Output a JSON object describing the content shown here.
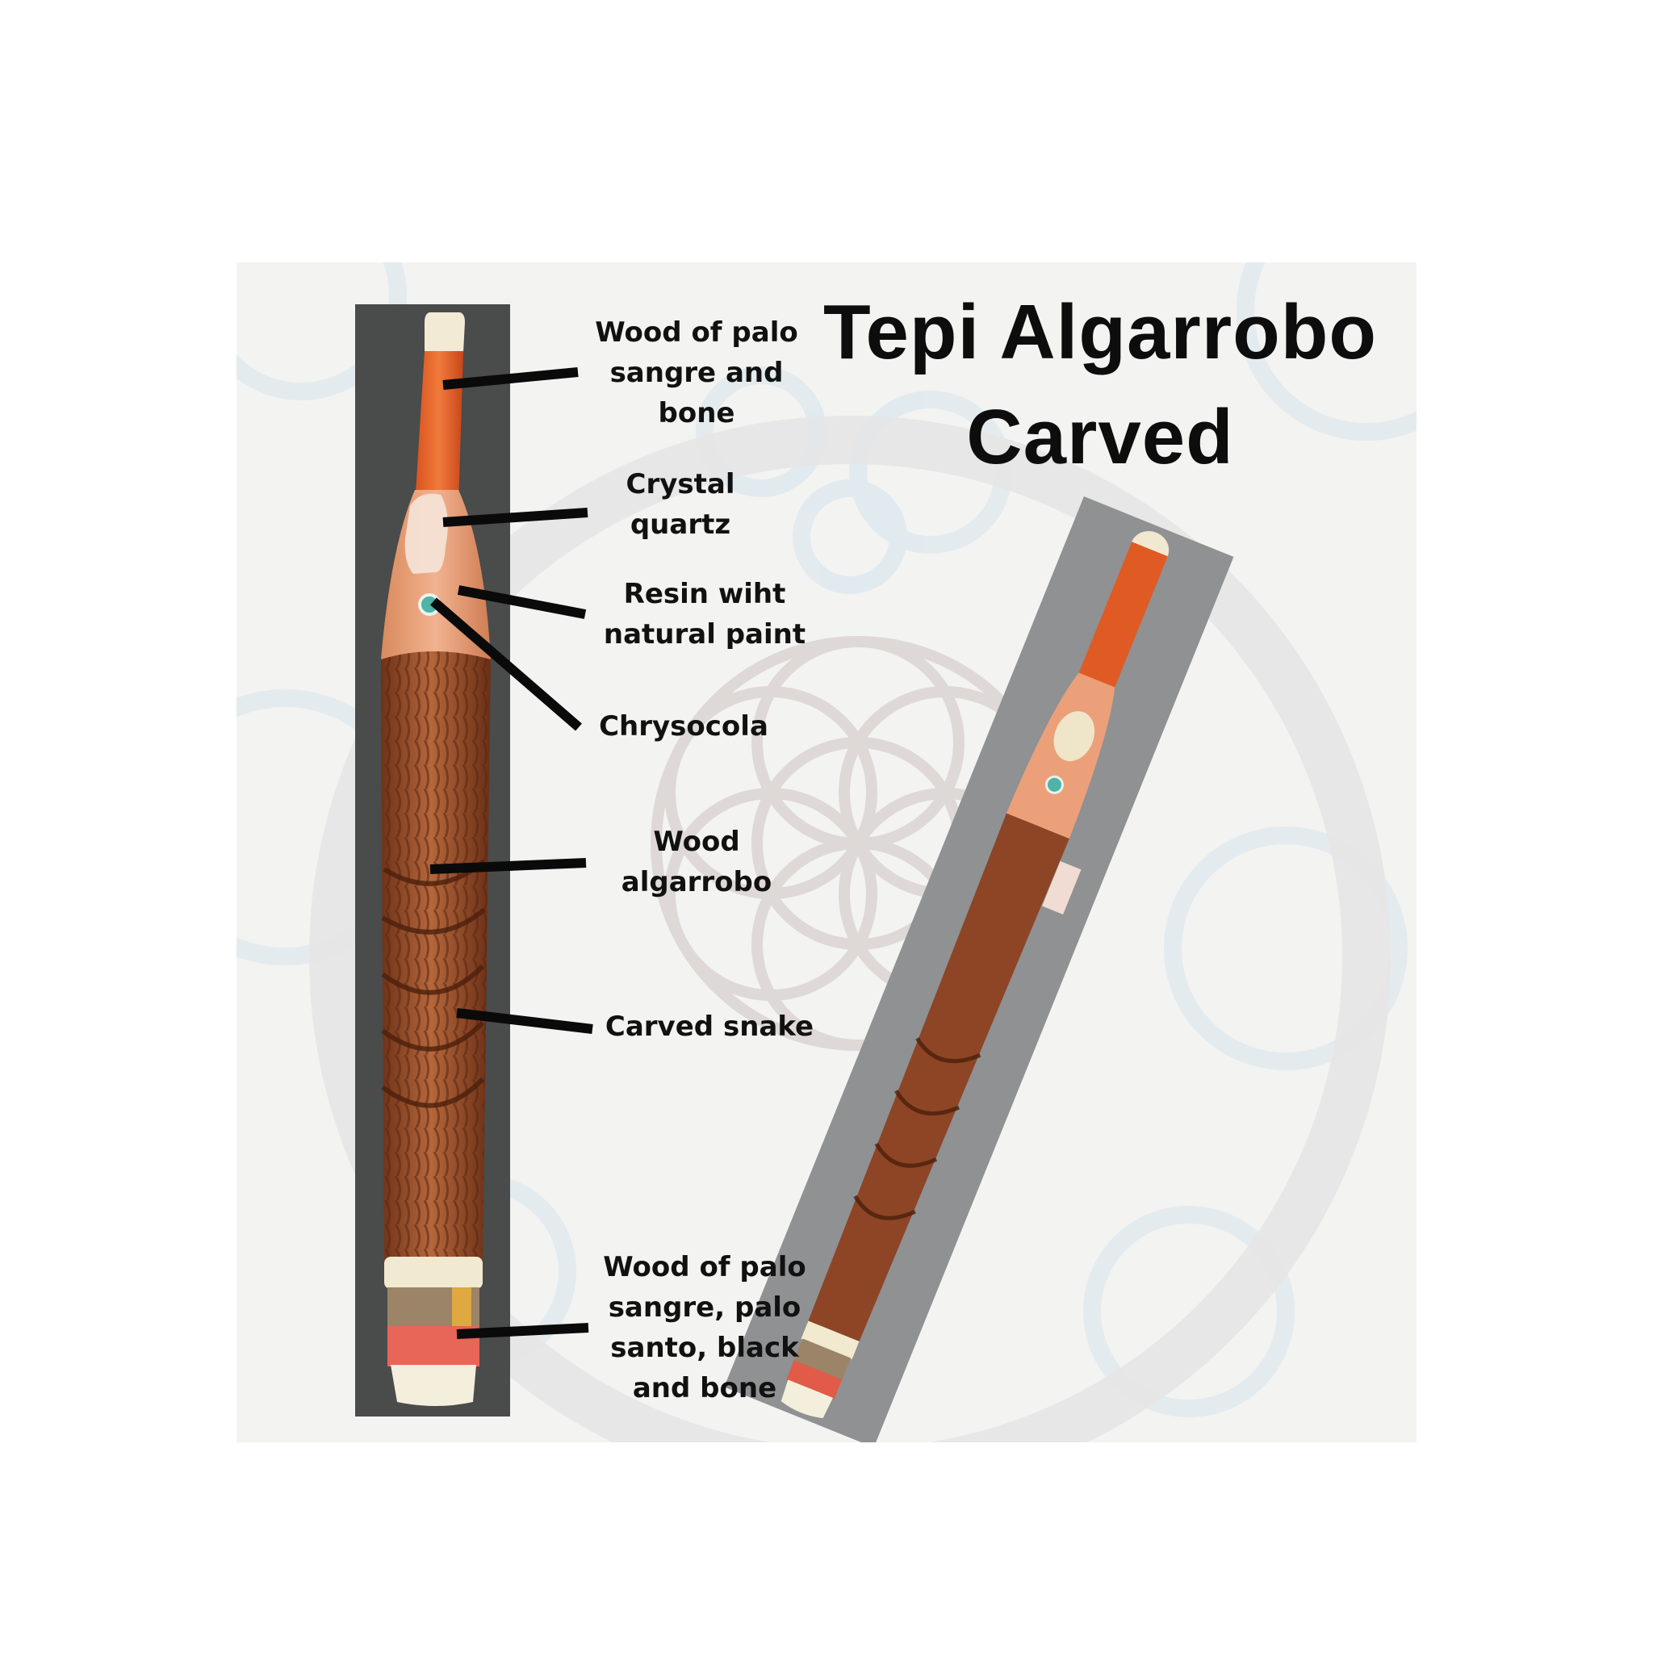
{
  "title": {
    "line1": "Tepi Algarrobo",
    "line2": "Carved"
  },
  "labels": [
    {
      "id": "palo-sangre-bone-tip",
      "text": "Wood of palo\nsangre and\nbone"
    },
    {
      "id": "crystal-quartz",
      "text": "Crystal\nquartz"
    },
    {
      "id": "resin",
      "text": "Resin wiht\nnatural paint"
    },
    {
      "id": "chrysocola",
      "text": "Chrysocola"
    },
    {
      "id": "wood-algarrobo",
      "text": "Wood\nalgarrobo"
    },
    {
      "id": "carved-snake",
      "text": "Carved snake"
    },
    {
      "id": "base-woods",
      "text": "Wood of palo\nsangre, palo\nsanto, black\nand bone"
    }
  ],
  "colors": {
    "background": "#ffffff",
    "panel": "#f3f3f1",
    "left_backdrop": "#4a4b4b",
    "right_backdrop": "#8f9192",
    "palo_sangre": "#e8622a",
    "resin": "#e9a27a",
    "algarrobo": "#8a4526",
    "bone": "#f2ead0",
    "chrysocola": "#4fb3a6",
    "text": "#111111"
  }
}
